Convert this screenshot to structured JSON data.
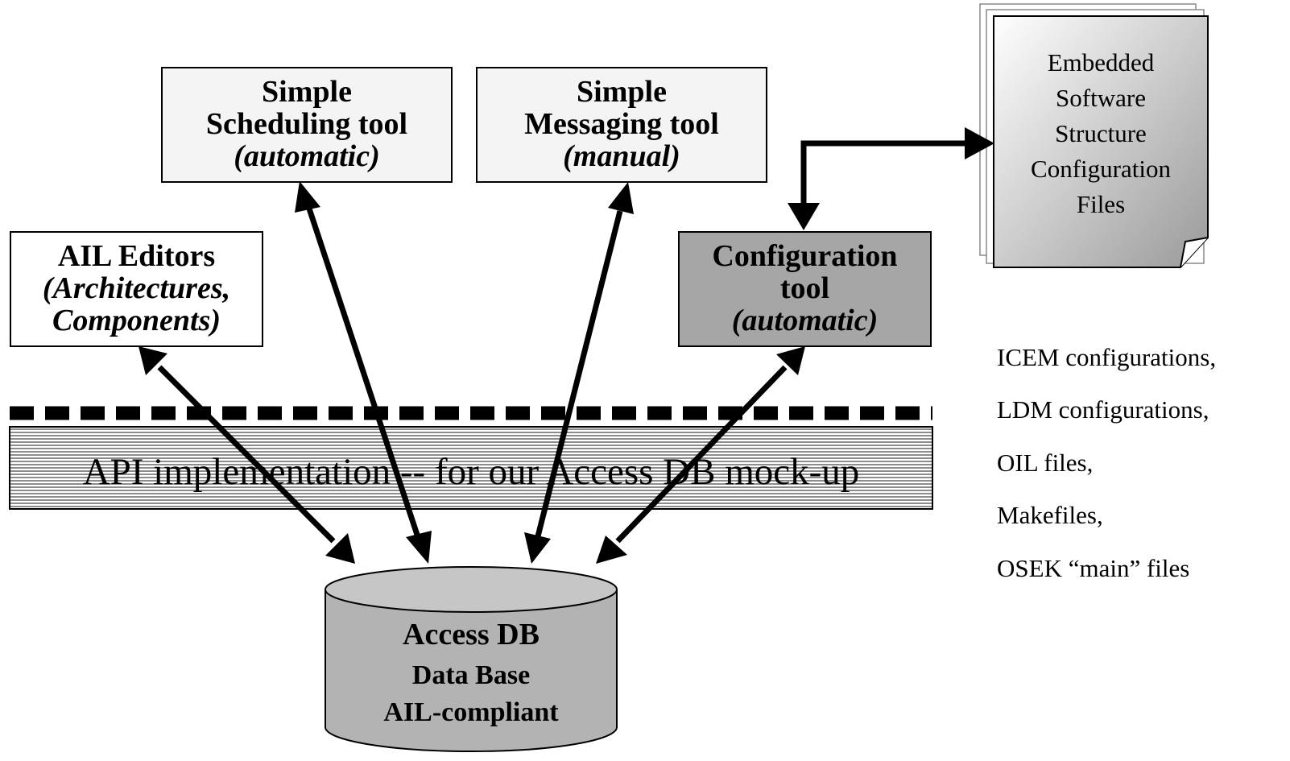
{
  "boxes": {
    "ail_editors": {
      "title": "AIL Editors",
      "line2": "(Architectures,",
      "line3": "Components)"
    },
    "scheduling": {
      "line1": "Simple",
      "line2": "Scheduling tool",
      "line3": "(automatic)"
    },
    "messaging": {
      "line1": "Simple",
      "line2": "Messaging tool",
      "line3": "(manual)"
    },
    "configuration": {
      "line1": "Configuration",
      "line2": "tool",
      "line3": "(automatic)"
    }
  },
  "document": {
    "lines": [
      "Embedded",
      "Software",
      "Structure",
      "Configuration",
      "Files"
    ]
  },
  "api_band": {
    "label": "API implementation -- for our Access DB mock-up"
  },
  "database": {
    "title": "Access DB",
    "line2": "Data Base",
    "line3": "AIL-compliant"
  },
  "outputs": [
    "ICEM configurations,",
    "LDM configurations,",
    "OIL files,",
    "Makefiles,",
    "OSEK “main” files"
  ],
  "colors": {
    "light_box": "#f4f4f4",
    "config_box": "#a6a6a6",
    "db_fill": "#b3b3b3",
    "api_stripe": "#8c8c8c"
  }
}
